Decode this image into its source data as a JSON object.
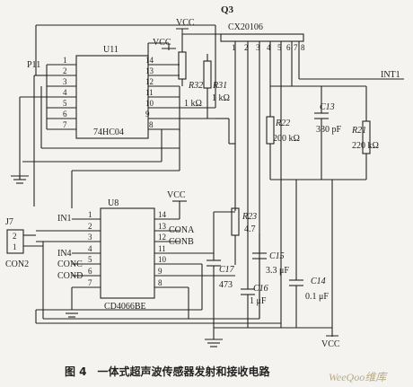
{
  "chips": {
    "q3": {
      "ref": "Q3",
      "part": "CX20106",
      "pins": [
        "1",
        "2",
        "3",
        "4",
        "5",
        "6",
        "7",
        "8"
      ]
    },
    "u11": {
      "ref": "U11",
      "part": "74HC04",
      "left_pins": [
        "1",
        "2",
        "3",
        "4",
        "5",
        "6",
        "7"
      ],
      "right_pins": [
        "14",
        "13",
        "12",
        "11",
        "10",
        "9",
        "8"
      ]
    },
    "u8": {
      "ref": "U8",
      "part": "CD4066BE",
      "left_pins": [
        "1",
        "2",
        "3",
        "4",
        "5",
        "6",
        "7"
      ],
      "right_pins": [
        "14",
        "13",
        "12",
        "11",
        "10",
        "9",
        "8"
      ]
    }
  },
  "connectors": {
    "p11": "P11",
    "j7": {
      "ref": "J7",
      "name": "CON2",
      "pins": [
        "2",
        "1"
      ]
    }
  },
  "nets": {
    "vcc": "VCC",
    "int1": "INT1",
    "in1": "IN1",
    "in4": "IN4",
    "conc": "CONC",
    "cond": "COND",
    "cona": "CONA",
    "conb": "CONB"
  },
  "components": {
    "r32": {
      "ref": "R32",
      "value": "1 kΩ"
    },
    "r31": {
      "ref": "R31",
      "value": "1 kΩ"
    },
    "r22": {
      "ref": "R22",
      "value": "200 kΩ"
    },
    "c13": {
      "ref": "C13",
      "value": "330 pF"
    },
    "r21": {
      "ref": "R21",
      "value": "220 kΩ"
    },
    "r23": {
      "ref": "R23",
      "value": "4.7"
    },
    "c15": {
      "ref": "C15",
      "value": "3.3 μF"
    },
    "c17": {
      "ref": "C17",
      "value": "473"
    },
    "c16": {
      "ref": "C16",
      "value": "1 μF"
    },
    "c14": {
      "ref": "C14",
      "value": "0.1 μF"
    }
  },
  "caption": "图 4　一体式超声波传感器发射和接收电路",
  "watermark": "WeeQoo维库"
}
